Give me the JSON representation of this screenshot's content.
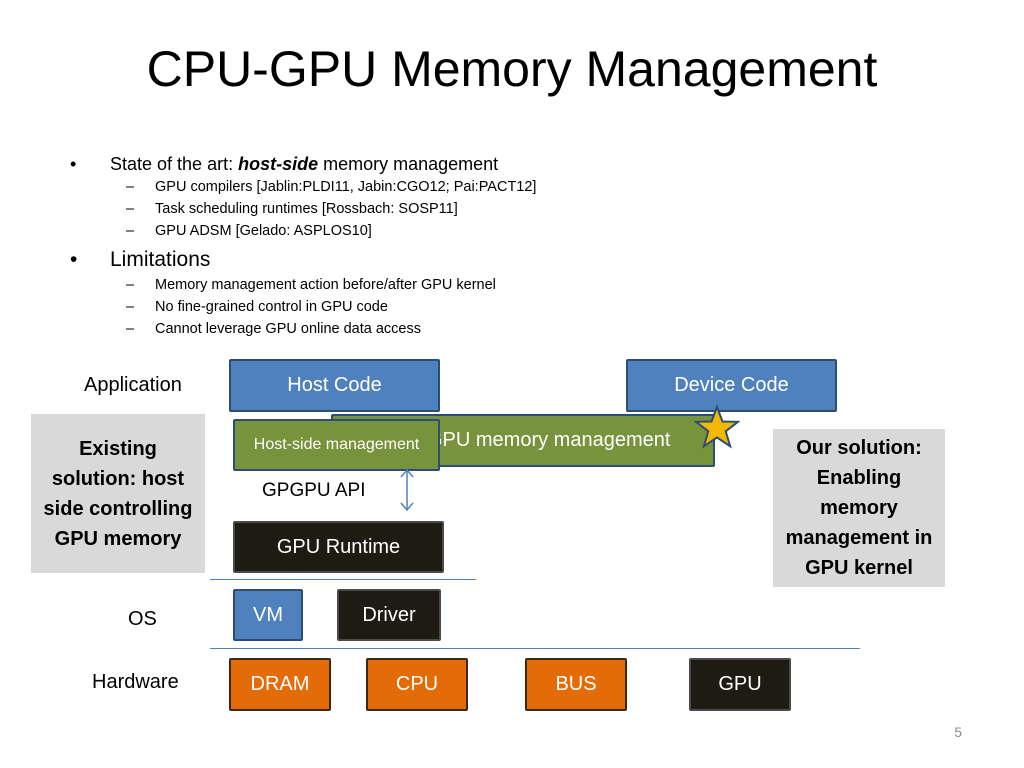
{
  "title": "CPU-GPU Memory Management",
  "bullets": {
    "b1_prefix": "State of the art: ",
    "b1_emph": "host-side",
    "b1_suffix": " memory management",
    "b1_subs": [
      "GPU compilers [Jablin:PLDI11, Jabin:CGO12; Pai:PACT12]",
      "Task scheduling runtimes [Rossbach: SOSP11]",
      "GPU ADSM [Gelado: ASPLOS10]"
    ],
    "b2": "Limitations",
    "b2_subs": [
      "Memory management action before/after GPU kernel",
      "No fine-grained control in GPU code",
      "Cannot leverage GPU online data access"
    ]
  },
  "diagram": {
    "layer_application": "Application",
    "layer_os": "OS",
    "layer_hardware": "Hardware",
    "host_code": "Host Code",
    "device_code": "Device Code",
    "gpu_memory_management": "GPU memory management",
    "host_side_management": "Host-side management",
    "gpgpu_api": "GPGPU API",
    "gpu_runtime": "GPU Runtime",
    "vm": "VM",
    "driver": "Driver",
    "dram": "DRAM",
    "cpu": "CPU",
    "bus": "BUS",
    "gpu": "GPU",
    "existing_solution": "Existing solution: host side controlling GPU memory",
    "our_solution": "Our solution: Enabling memory management in GPU kernel"
  },
  "colors": {
    "blue": "#4f81bd",
    "green": "#77933c",
    "orange": "#e36c09",
    "black": "#1e1b12",
    "note_gray": "#d9d9d9",
    "star": "#f5b800"
  },
  "page_number": "5"
}
